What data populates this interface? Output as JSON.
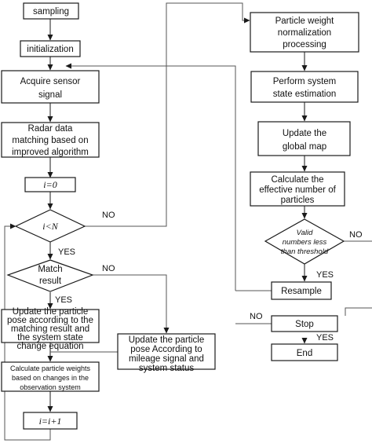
{
  "nodes": {
    "sampling": "sampling",
    "initialization": "initialization",
    "acquire": [
      "Acquire sensor",
      "signal"
    ],
    "radar": [
      "Radar data",
      "matching based on",
      "improved algorithm"
    ],
    "i0": "i=0",
    "ilessN": "i<N",
    "match": [
      "Match",
      "result"
    ],
    "update_matching": [
      "Update the particle",
      "pose according to the",
      "matching result and",
      "the system state",
      "change equation"
    ],
    "update_mileage": [
      "Update the particle",
      "pose According to",
      "mileage signal and",
      "system status"
    ],
    "calc_weights": [
      "Calculate particle weights",
      "based on changes in the",
      "observation system"
    ],
    "iplus": "i=i+1",
    "normalize": [
      "Particle weight",
      "normalization",
      "processing"
    ],
    "estimate": [
      "Perform system",
      "state estimation"
    ],
    "global_map": [
      "Update the",
      "global map"
    ],
    "effective": [
      "Calculate the",
      "effective number of",
      "particles"
    ],
    "valid": [
      "Valid",
      "numbers less",
      "than threshold"
    ],
    "resample": "Resample",
    "stop": "Stop",
    "end": "End"
  },
  "labels": {
    "no_ilessN": "NO",
    "yes_ilessN": "YES",
    "no_match": "NO",
    "yes_match": "YES",
    "no_valid": "NO",
    "yes_valid": "YES",
    "no_stop": "NO",
    "yes_stop": "YES"
  }
}
